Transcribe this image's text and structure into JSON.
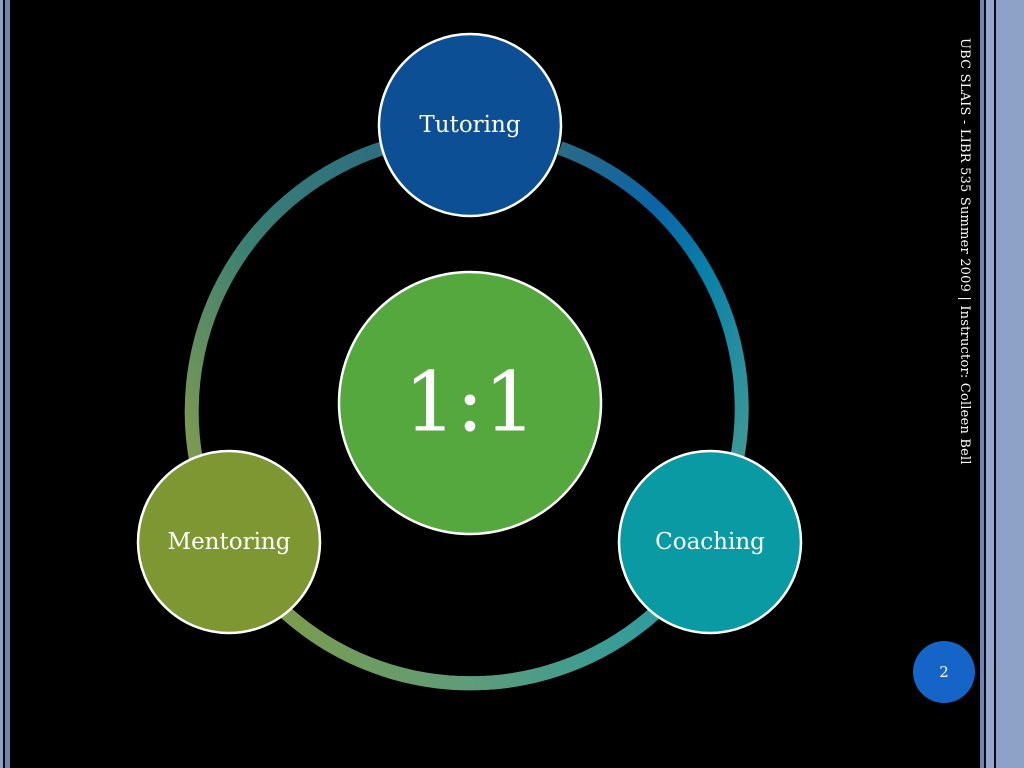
{
  "slide": {
    "center_label": "1:1",
    "nodes": {
      "top": "Tutoring",
      "right": "Coaching",
      "left": "Mentoring"
    },
    "footer_text": "UBC SLAIS - LIBR 535 Summer 2009 | Instructor: Colleen Bell",
    "page_number": "2"
  },
  "colors": {
    "background": "#000000",
    "center_fill": "#55a83e",
    "tutoring_fill": "#0c4f94",
    "coaching_fill": "#0a9aa3",
    "mentoring_fill": "#7e9733",
    "ring_blue": "#0b64a8",
    "ring_teal": "#3e9a96",
    "ring_olive": "#7a9a4e",
    "page_badge": "#1565c8",
    "side_border": "#8ea2c8"
  }
}
